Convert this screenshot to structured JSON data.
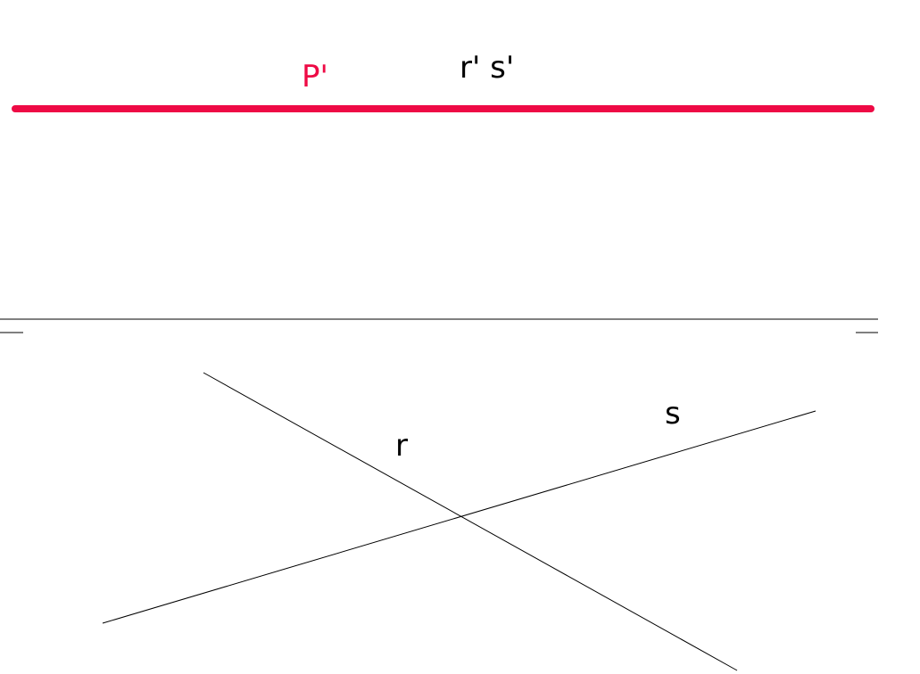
{
  "labels": {
    "plane_trace": "P'",
    "projection_pair": "r' s'",
    "line_r": "r",
    "line_s": "s"
  },
  "colors": {
    "plane_trace": "#ee0a45",
    "ink": "#000000",
    "background": "#ffffff"
  }
}
